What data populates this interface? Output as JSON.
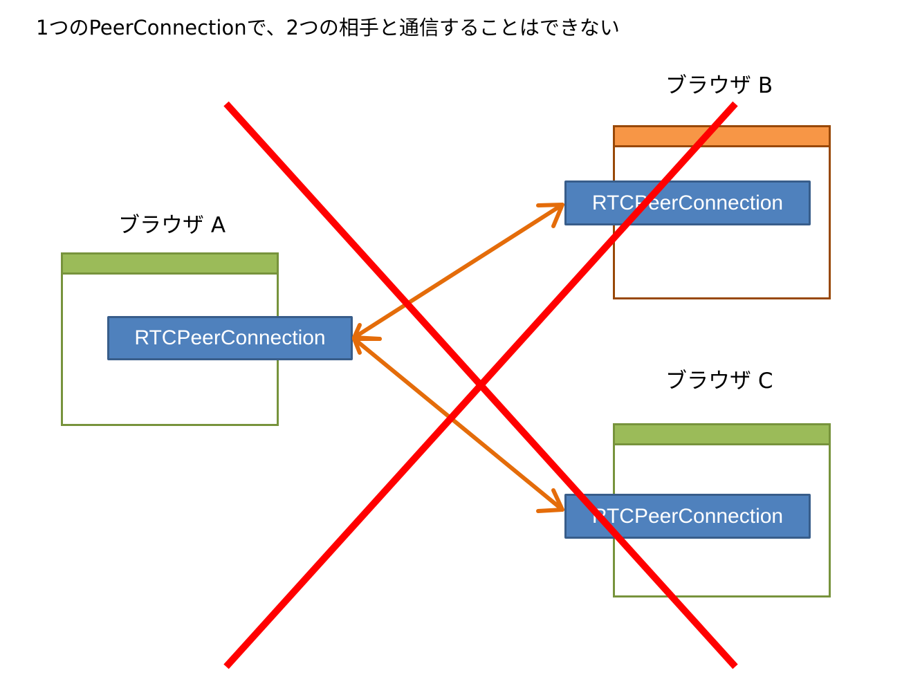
{
  "title": "1つのPeerConnectionで、2つの相手と通信することはできない",
  "browsers": {
    "a": {
      "label": "ブラウザ A",
      "connection_label": "RTCPeerConnection",
      "titlebar_color": "#9bbb59",
      "border_color": "#77933c"
    },
    "b": {
      "label": "ブラウザ B",
      "connection_label": "RTCPeerConnection",
      "titlebar_color": "#f79646",
      "border_color": "#984807"
    },
    "c": {
      "label": "ブラウザ C",
      "connection_label": "RTCPeerConnection",
      "titlebar_color": "#9bbb59",
      "border_color": "#77933c"
    }
  },
  "colors": {
    "connection_box_fill": "#4f81bd",
    "connection_box_border": "#385d8a",
    "arrow": "#e46c0a",
    "cross": "#ff0000"
  },
  "connections": [
    {
      "from": "a",
      "to": "b",
      "type": "bidirectional-arrow"
    },
    {
      "from": "a",
      "to": "c",
      "type": "bidirectional-arrow"
    }
  ],
  "prohibited_mark": "cross"
}
